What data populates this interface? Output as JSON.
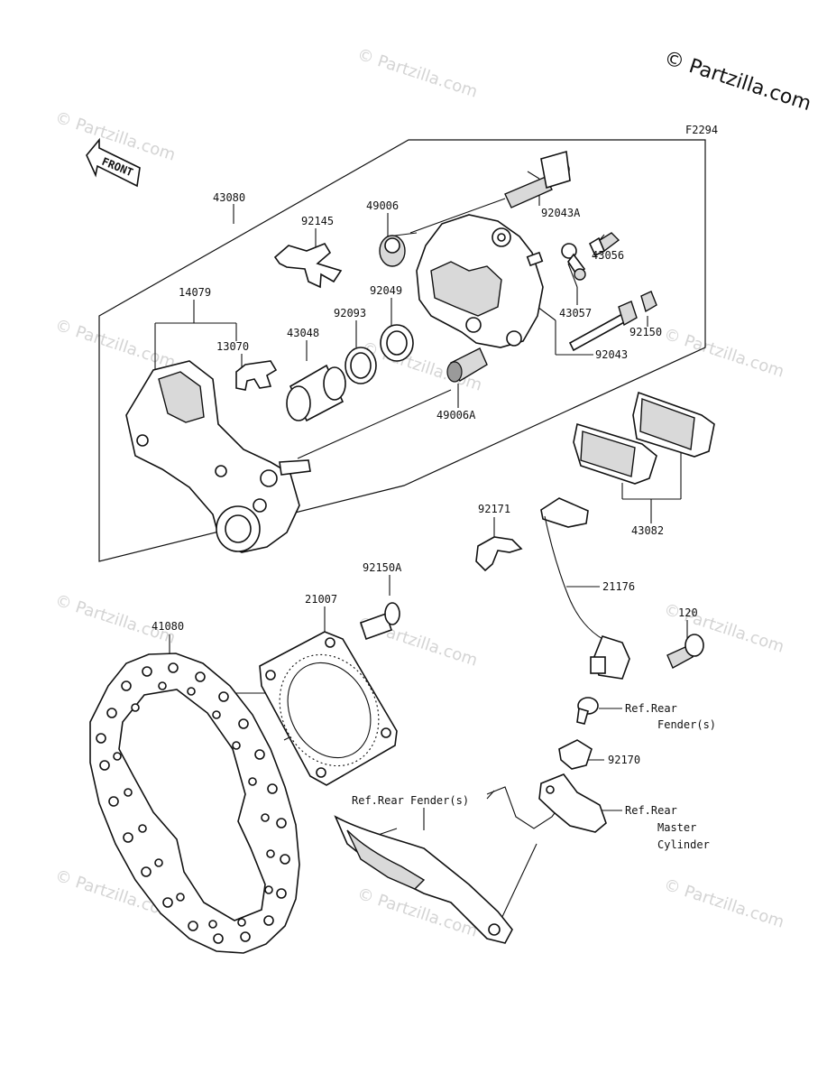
{
  "copyright": "© Partzilla.com",
  "watermark": "© Partzilla.com",
  "figure_code": "F2294",
  "front_label": "FRONT",
  "callouts": {
    "c43080": "43080",
    "c92145": "92145",
    "c49006": "49006",
    "c92043A": "92043A",
    "c14079": "14079",
    "c13070": "13070",
    "c43048": "43048",
    "c92093": "92093",
    "c92049": "92049",
    "c43056": "43056",
    "c43057": "43057",
    "c92150": "92150",
    "c92043": "92043",
    "c49006A": "49006A",
    "c43082": "43082",
    "c92171": "92171",
    "c21176": "21176",
    "c92150A": "92150A",
    "c21007": "21007",
    "c41080": "41080",
    "c120": "120",
    "c92170": "92170"
  },
  "references": {
    "rear_fender_a_1": "Ref.Rear",
    "rear_fender_a_2": "Fender(s)",
    "rear_fender_b": "Ref.Rear Fender(s)",
    "master_cyl_1": "Ref.Rear",
    "master_cyl_2": "Master",
    "master_cyl_3": "Cylinder"
  }
}
